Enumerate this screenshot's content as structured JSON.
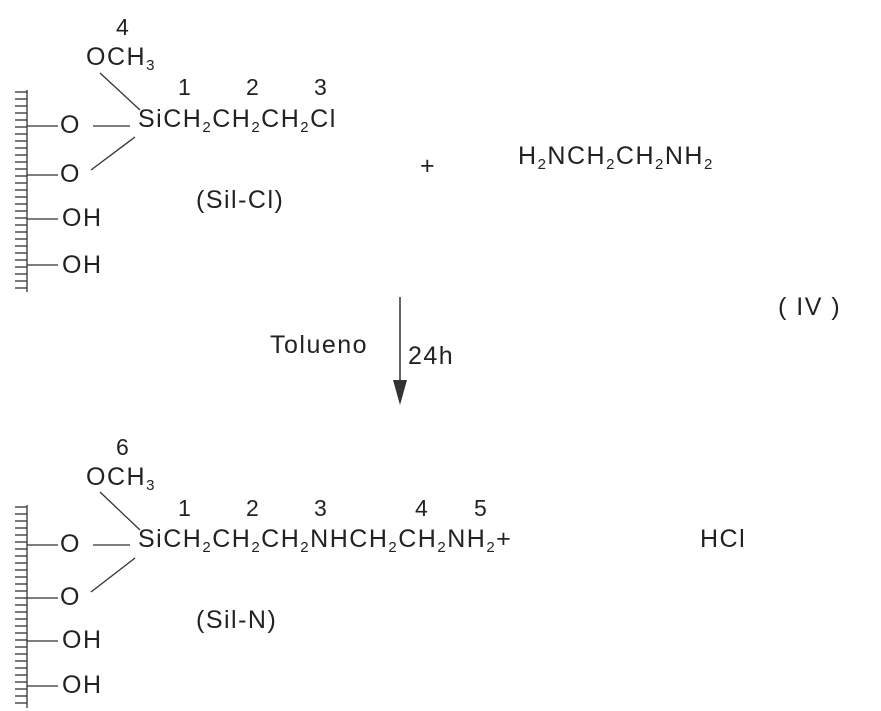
{
  "reactant": {
    "methoxy": {
      "O": "O",
      "C": "C",
      "H": "H",
      "sub": "3"
    },
    "chain": [
      "Si",
      "C",
      "H",
      "2",
      "C",
      "H",
      "2",
      "C",
      "H",
      "2",
      "Cl"
    ],
    "locants": [
      "1",
      "2",
      "3",
      "4"
    ],
    "surface_O_1": "O",
    "surface_O_2": "O",
    "surface_OH_1": "OH",
    "surface_OH_2": "OH",
    "label": "(Sil-Cl)"
  },
  "plus": "+",
  "diamine": {
    "parts": [
      "H",
      "2",
      "NCH",
      "2",
      "CH",
      "2",
      "NH",
      "2"
    ]
  },
  "reaction_id": "( IV )",
  "conditions": {
    "solvent": "Tolueno",
    "time": "24h"
  },
  "product": {
    "methoxy": {
      "O": "O",
      "C": "C",
      "H": "H",
      "sub": "3"
    },
    "chain": [
      "Si",
      "C",
      "H",
      "2",
      "C",
      "H",
      "2",
      "C",
      "H",
      "2",
      "N",
      "H",
      "C",
      "H",
      "2",
      "C",
      "H",
      "2",
      "N",
      "H",
      "2",
      "+"
    ],
    "locants": [
      "1",
      "2",
      "3",
      "4",
      "5",
      "6"
    ],
    "surface_O_1": "O",
    "surface_O_2": "O",
    "surface_OH_1": "OH",
    "surface_OH_2": "OH",
    "label": "(Sil-N)",
    "byproduct": "HCl"
  }
}
